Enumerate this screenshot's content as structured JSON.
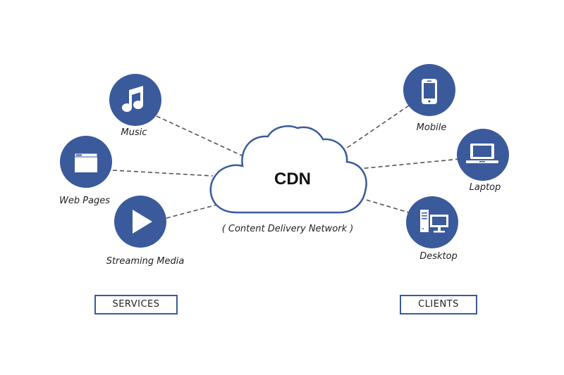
{
  "cdn": {
    "title": "CDN",
    "subtitle": "( Content Delivery Network )"
  },
  "services": {
    "heading": "SERVICES",
    "items": [
      {
        "label": "Music",
        "icon": "music-note-icon"
      },
      {
        "label": "Web Pages",
        "icon": "browser-window-icon"
      },
      {
        "label": "Streaming Media",
        "icon": "play-icon"
      }
    ]
  },
  "clients": {
    "heading": "CLIENTS",
    "items": [
      {
        "label": "Mobile",
        "icon": "mobile-phone-icon"
      },
      {
        "label": "Laptop",
        "icon": "laptop-icon"
      },
      {
        "label": "Desktop",
        "icon": "desktop-computer-icon"
      }
    ]
  },
  "colors": {
    "node": "#3a5a9c",
    "cloud_outline": "#3a5a9c",
    "connector": "#555555"
  }
}
